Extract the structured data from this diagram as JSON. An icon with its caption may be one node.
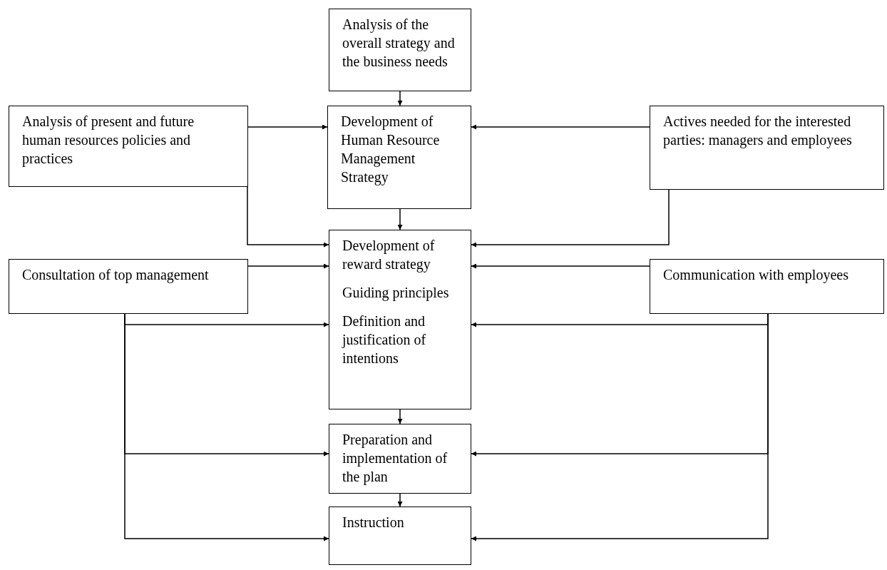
{
  "diagram": {
    "nodes": [
      {
        "text": [
          "Analysis of the overall strategy and the business needs"
        ]
      },
      {
        "text": [
          "Analysis of present and future human resources policies and practices"
        ]
      },
      {
        "text": [
          "Development of Human Resource Management Strategy"
        ]
      },
      {
        "text": [
          "Actives needed for the interested parties: managers and employees"
        ]
      },
      {
        "text": [
          "Development of reward strategy",
          "Guiding principles",
          "Definition and justification of intentions"
        ]
      },
      {
        "text": [
          "Consultation of top management"
        ]
      },
      {
        "text": [
          "Communication with employees"
        ]
      },
      {
        "text": [
          "Preparation and implementation of the plan"
        ]
      },
      {
        "text": [
          "Instruction"
        ]
      }
    ],
    "edges": [
      {
        "from": 0,
        "to": 2,
        "arrow": "to"
      },
      {
        "from": 1,
        "to": 2,
        "arrow": "to"
      },
      {
        "from": 3,
        "to": 2,
        "arrow": "to"
      },
      {
        "from": 2,
        "to": 4,
        "arrow": "to"
      },
      {
        "from": 1,
        "to": 4,
        "arrow": "to"
      },
      {
        "from": 3,
        "to": 4,
        "arrow": "to"
      },
      {
        "from": 5,
        "to": 4,
        "arrow": "to"
      },
      {
        "from": 6,
        "to": 4,
        "arrow": "to"
      },
      {
        "from": 5,
        "to": 4,
        "arrow": "to"
      },
      {
        "from": 5,
        "to": 7,
        "arrow": "to"
      },
      {
        "from": 5,
        "to": 8,
        "arrow": "to"
      },
      {
        "from": 6,
        "to": 4,
        "arrow": "to"
      },
      {
        "from": 6,
        "to": 7,
        "arrow": "to"
      },
      {
        "from": 6,
        "to": 8,
        "arrow": "to"
      },
      {
        "from": 4,
        "to": 7,
        "arrow": "to"
      },
      {
        "from": 7,
        "to": 8,
        "arrow": "to"
      }
    ]
  }
}
